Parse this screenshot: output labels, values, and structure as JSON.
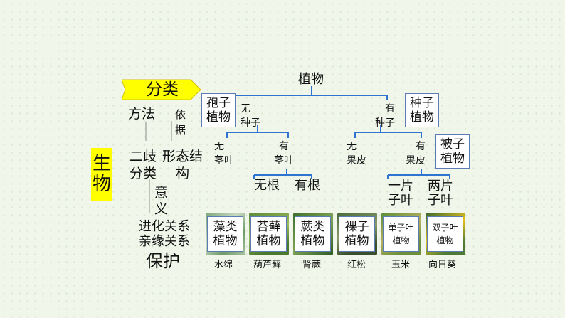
{
  "left": {
    "arrow_label": "分类",
    "method_label": "方法",
    "basis_label": "依\n据",
    "dichotomy": "二歧\n分类",
    "morphology": "形态结\n构",
    "significance": "意\n义",
    "evolution": "进化关系",
    "kinship": "亲缘关系",
    "protection": "保护",
    "organism": "生\n物"
  },
  "tree": {
    "root": "植物",
    "spore_plant": "孢子\n植物",
    "seed_plant": "种子\n植物",
    "no_seed": "无\n种子",
    "has_seed": "有\n种子",
    "no_stem_leaf": "无\n茎叶",
    "has_stem_leaf": "有\n茎叶",
    "no_pericarp": "无\n果皮",
    "has_pericarp": "有\n果皮",
    "angiosperm": "被子\n植物",
    "no_root": "无根",
    "has_root": "有根",
    "monocot_short": "一片\n子叶",
    "dicot_short": "两片\n子叶"
  },
  "groups": [
    {
      "label": "藻类\n植物",
      "example": "水绵"
    },
    {
      "label": "苔藓\n植物",
      "example": "葫芦藓"
    },
    {
      "label": "蕨类\n植物",
      "example": "肾蕨"
    },
    {
      "label": "裸子\n植物",
      "example": "红松"
    },
    {
      "label": "单子叶\n植物",
      "example": "玉米"
    },
    {
      "label": "双子叶\n植物",
      "example": "向日葵"
    }
  ],
  "colors": {
    "arrow_fill": "#ffff00",
    "organism_fill": "#ffff00",
    "box_border": "#5b7bb5",
    "line": "#2e74d0"
  }
}
